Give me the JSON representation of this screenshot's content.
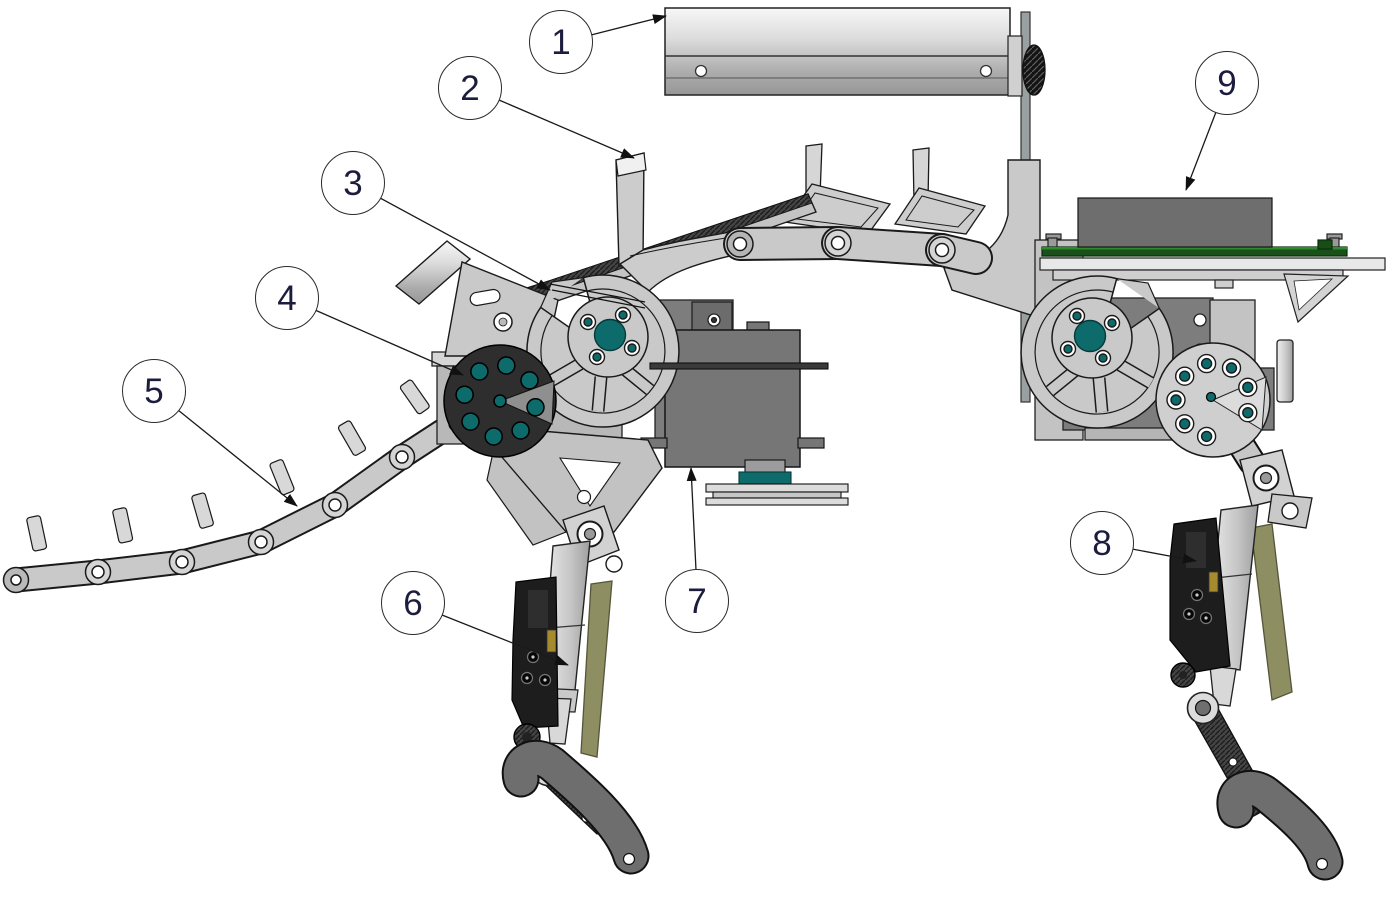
{
  "figure": {
    "kind": "robot-assembly-callout-diagram",
    "background": "#ffffff"
  },
  "callouts": [
    {
      "label": "1",
      "target": "roller-tube"
    },
    {
      "label": "2",
      "target": "spine-flag-bracket"
    },
    {
      "label": "3",
      "target": "shoulder-linkage-blade"
    },
    {
      "label": "4",
      "target": "shoulder-pulley-disc"
    },
    {
      "label": "5",
      "target": "segmented-tail"
    },
    {
      "label": "6",
      "target": "front-leg-actuator"
    },
    {
      "label": "7",
      "target": "servo-motor"
    },
    {
      "label": "8",
      "target": "rear-leg-actuator"
    },
    {
      "label": "9",
      "target": "electronics-box"
    }
  ],
  "colors": {
    "teal": "#0e6b6b",
    "olive": "#8e8e63",
    "gold": "#a58a2e",
    "pcb_green": "#1a511a",
    "pcb_edge": "#2e8b2e",
    "light_gray": "#c9c9c9",
    "dark_gray": "#767676",
    "box_gray": "#6e6e6e",
    "black_part": "#1d1d1d",
    "foot_gray": "#6e6e6e",
    "line": "#1a1a1a",
    "callout_text": "#1c1c3c"
  }
}
